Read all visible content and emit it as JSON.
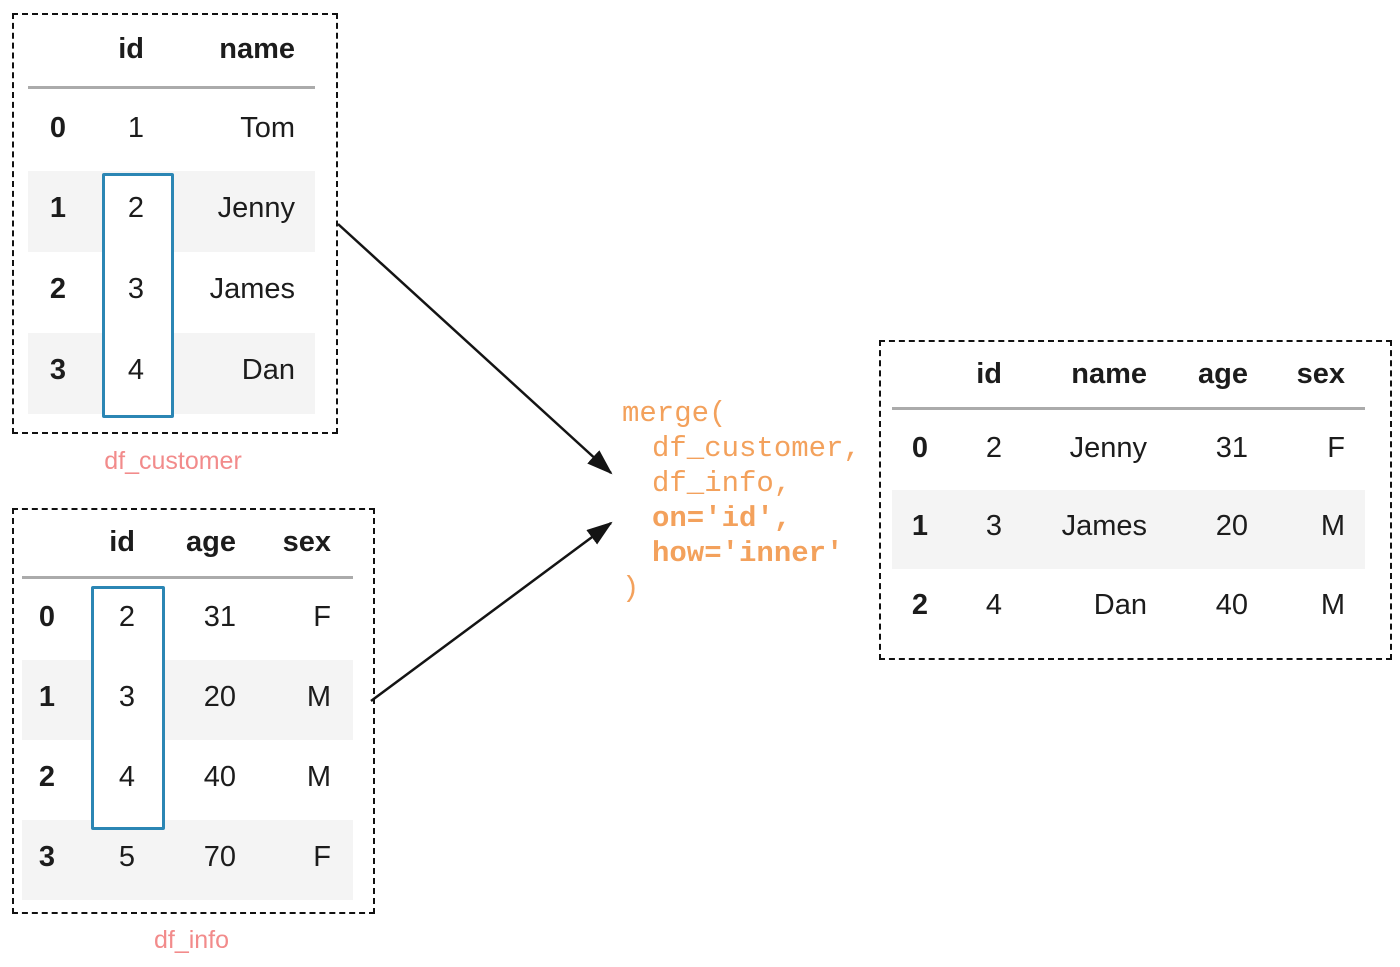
{
  "df_customer": {
    "label": "df_customer",
    "columns": [
      "",
      "id",
      "name"
    ],
    "rows": [
      [
        "0",
        "1",
        "Tom"
      ],
      [
        "1",
        "2",
        "Jenny"
      ],
      [
        "2",
        "3",
        "James"
      ],
      [
        "3",
        "4",
        "Dan"
      ]
    ]
  },
  "df_info": {
    "label": "df_info",
    "columns": [
      "",
      "id",
      "age",
      "sex"
    ],
    "rows": [
      [
        "0",
        "2",
        "31",
        "F"
      ],
      [
        "1",
        "3",
        "20",
        "M"
      ],
      [
        "2",
        "4",
        "40",
        "M"
      ],
      [
        "3",
        "5",
        "70",
        "F"
      ]
    ]
  },
  "result": {
    "columns": [
      "",
      "id",
      "name",
      "age",
      "sex"
    ],
    "rows": [
      [
        "0",
        "2",
        "Jenny",
        "31",
        "F"
      ],
      [
        "1",
        "3",
        "James",
        "20",
        "M"
      ],
      [
        "2",
        "4",
        "Dan",
        "40",
        "M"
      ]
    ]
  },
  "code": {
    "lines": [
      {
        "text": "merge(",
        "bold": false,
        "indent": 0
      },
      {
        "text": "df_customer,",
        "bold": false,
        "indent": 1
      },
      {
        "text": "df_info,",
        "bold": false,
        "indent": 1
      },
      {
        "text": "on='id',",
        "bold": true,
        "indent": 1
      },
      {
        "text": "how='inner'",
        "bold": true,
        "indent": 1
      },
      {
        "text": ")",
        "bold": false,
        "indent": 0
      }
    ]
  },
  "colors": {
    "code_orange": "#f3a15c",
    "label_salmon": "#f28b8b",
    "highlight_blue": "#2b86b4",
    "stripe_gray": "#f4f4f4",
    "arrow_black": "#141414"
  }
}
